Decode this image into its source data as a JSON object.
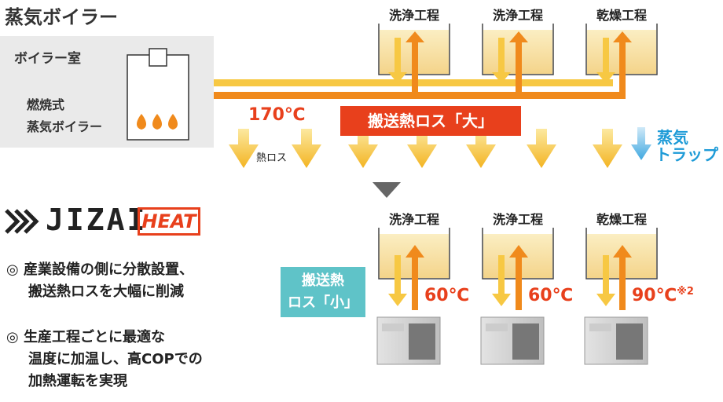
{
  "header": {
    "title": "蒸気ボイラー"
  },
  "boiler_room": {
    "label": "ボイラー室",
    "boiler_line1": "燃焼式",
    "boiler_line2": "蒸気ボイラー"
  },
  "top_processes": [
    "洗浄工程",
    "洗浄工程",
    "乾燥工程"
  ],
  "top_temp": "170℃",
  "transport_loss_large": "搬送熱ロス「大」",
  "heat_loss_label": "熱ロス",
  "steam_trap": {
    "line1": "蒸気",
    "line2": "トラップ"
  },
  "logo": {
    "brand": "JIZAI",
    "badge": "HEAT"
  },
  "bullets": [
    {
      "mark": "◎",
      "line1": "産業設備の側に分散設置、",
      "line2": "搬送熱ロスを大幅に削減"
    },
    {
      "mark": "◎",
      "line1": "生産工程ごとに最適な",
      "line2": "温度に加温し、高COPでの",
      "line3": "加熱運転を実現"
    }
  ],
  "bottom_processes": [
    {
      "label": "洗浄工程",
      "temp": "60℃",
      "note": ""
    },
    {
      "label": "洗浄工程",
      "temp": "60℃",
      "note": ""
    },
    {
      "label": "乾燥工程",
      "temp": "90℃",
      "note": "※2"
    }
  ],
  "transport_loss_small": {
    "line1": "搬送熱",
    "line2": "ロス「小」"
  },
  "colors": {
    "red": "#e8401c",
    "orange": "#f08a1c",
    "yellow": "#f7c843",
    "tank": "#f8e2a6",
    "teal": "#5fc3c8",
    "blue": "#1e9bd7"
  }
}
